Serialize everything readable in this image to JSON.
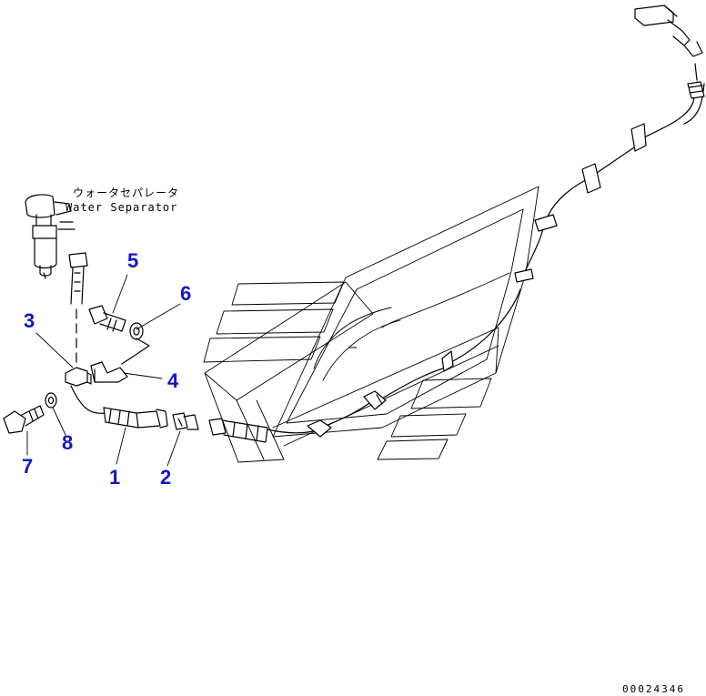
{
  "diagram": {
    "label_color": "#1414c8",
    "line_color": "#000000",
    "annotation": {
      "japanese": "ウォータセパレータ",
      "english": "Water Separator"
    },
    "document_number": "00024346",
    "callouts": [
      {
        "id": "c1",
        "text": "1"
      },
      {
        "id": "c2",
        "text": "2"
      },
      {
        "id": "c3",
        "text": "3"
      },
      {
        "id": "c4",
        "text": "4"
      },
      {
        "id": "c5",
        "text": "5"
      },
      {
        "id": "c6",
        "text": "6"
      },
      {
        "id": "c7",
        "text": "7"
      },
      {
        "id": "c8",
        "text": "8"
      }
    ]
  }
}
